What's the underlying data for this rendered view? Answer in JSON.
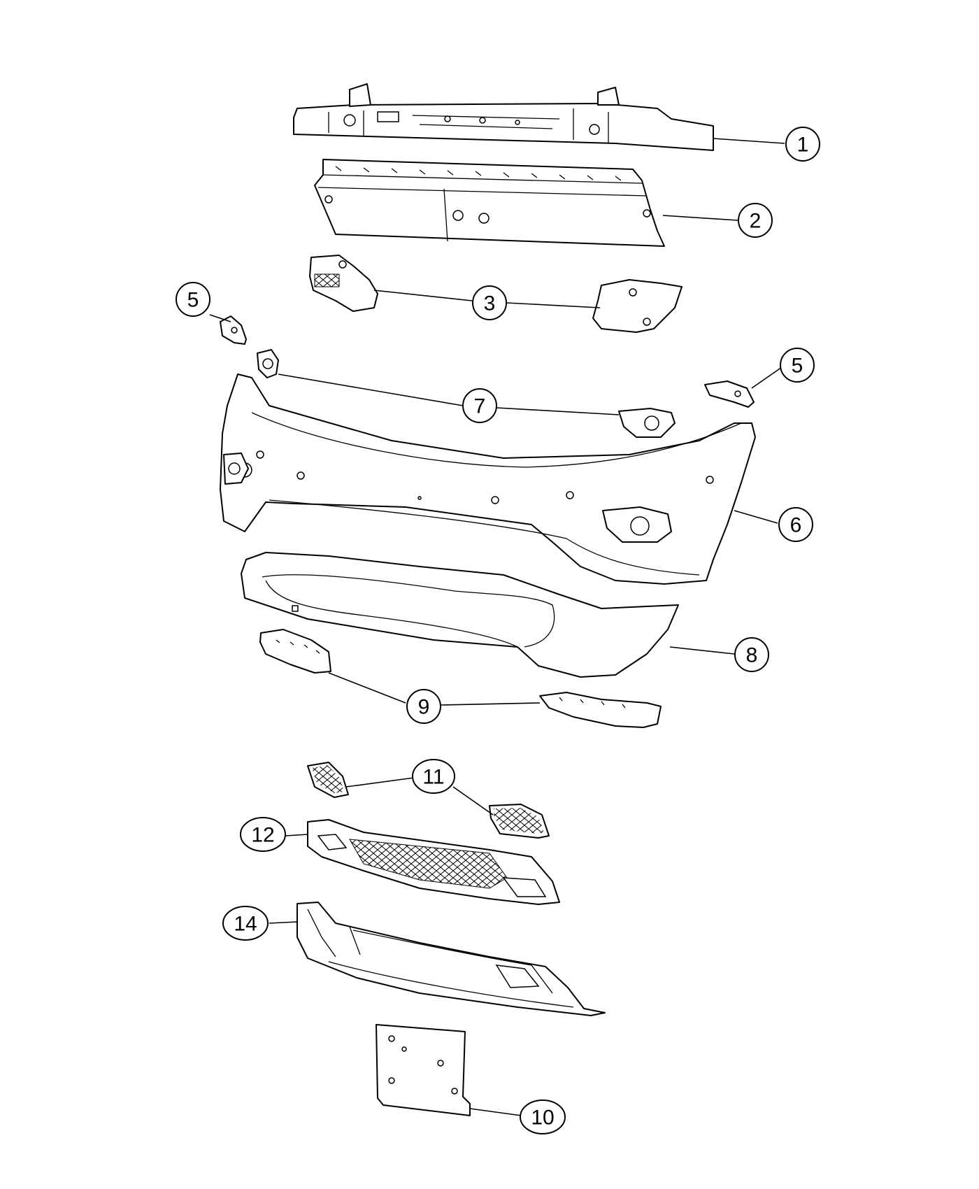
{
  "callouts": {
    "c1": "1",
    "c2": "2",
    "c3": "3",
    "c5a": "5",
    "c5b": "5",
    "c6": "6",
    "c7": "7",
    "c8": "8",
    "c9": "9",
    "c10": "10",
    "c11": "11",
    "c12": "12",
    "c14": "14"
  }
}
